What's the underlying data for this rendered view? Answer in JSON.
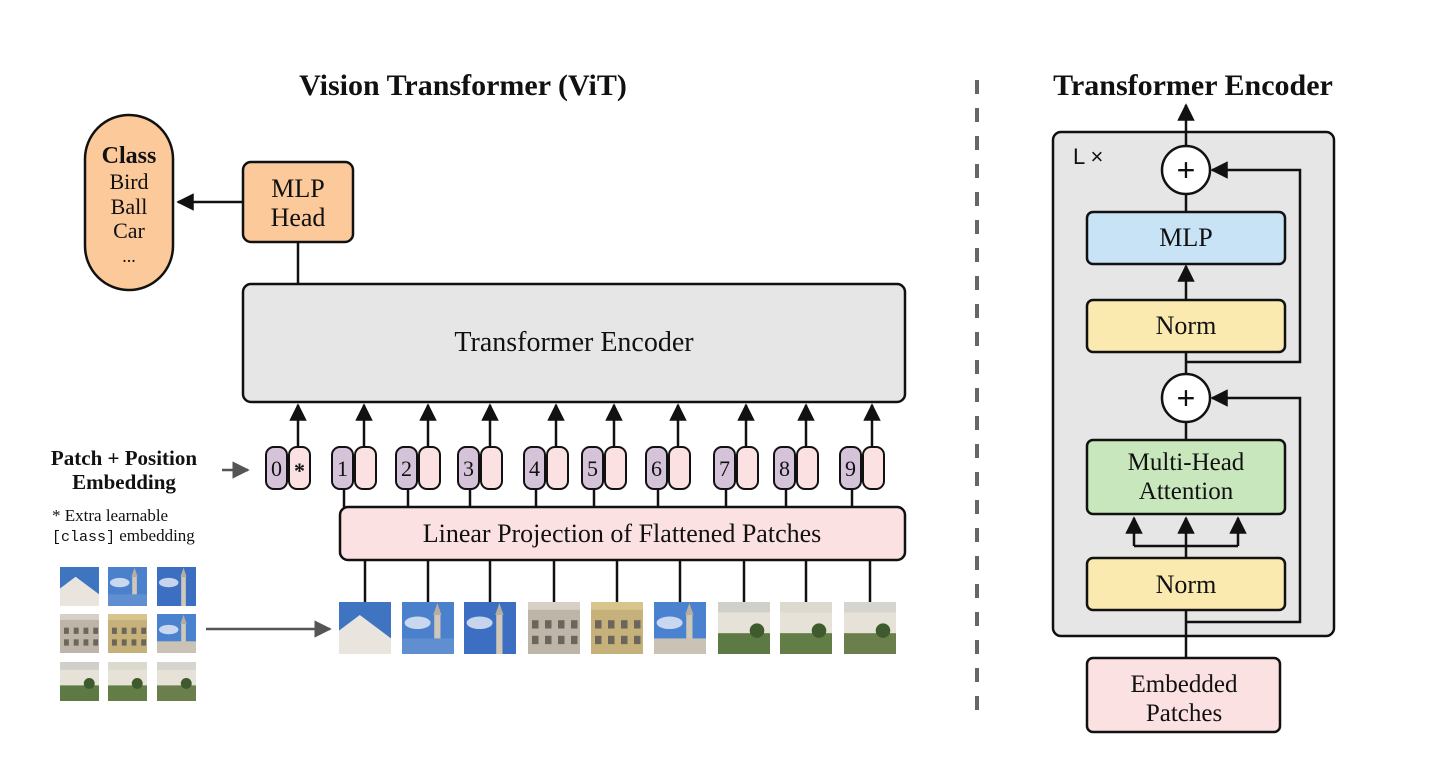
{
  "vit": {
    "title": "Vision Transformer (ViT)",
    "class_box": {
      "heading": "Class",
      "items": [
        "Bird",
        "Ball",
        "Car",
        "..."
      ]
    },
    "mlp_head": [
      "MLP",
      "Head"
    ],
    "encoder_label": "Transformer Encoder",
    "embedding_label": [
      "Patch + Position",
      "Embedding"
    ],
    "extra_note": {
      "line1": "* Extra learnable",
      "code": "[class]",
      "rest": " embedding"
    },
    "tokens": [
      "0",
      "1",
      "2",
      "3",
      "4",
      "5",
      "6",
      "7",
      "8",
      "9"
    ],
    "class_token_symbol": "*",
    "projection_label": "Linear Projection of Flattened Patches"
  },
  "encoder_detail": {
    "title": "Transformer Encoder",
    "repeat_label": "L ×",
    "plus_symbol": "+",
    "mlp": "MLP",
    "norm_top": "Norm",
    "attention": [
      "Multi-Head",
      "Attention"
    ],
    "norm_bottom": "Norm",
    "embedded": [
      "Embedded",
      "Patches"
    ]
  },
  "colors": {
    "class_fill": "#fbc99a",
    "mlp_head_fill": "#fbc99a",
    "encoder_fill": "#e6e6e6",
    "projection_fill": "#fbe1e1",
    "token_position_fill": "#d5c3d9",
    "token_embed_fill": "#fbe1e1",
    "mlp_fill": "#c8e2f6",
    "norm_fill": "#fbeab0",
    "attention_fill": "#c9e7bd",
    "embedded_fill": "#fbe1e1",
    "sky": "#3e74c0",
    "stroke": "#111111"
  }
}
